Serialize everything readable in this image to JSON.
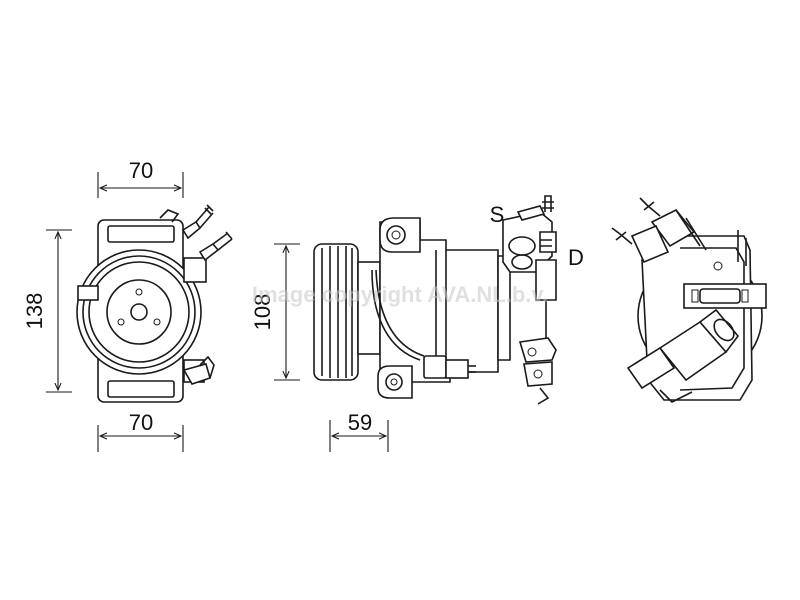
{
  "dimensions": {
    "front_width_top": "70",
    "front_width_bottom": "70",
    "front_height": "138",
    "side_height": "108",
    "side_offset": "59"
  },
  "port_labels": {
    "suction": "S",
    "discharge": "D"
  },
  "watermark": "Image copyright AVA.NL.b.v.",
  "colors": {
    "line": "#1a1a1a",
    "background": "#ffffff",
    "watermark": "#c8c8c8"
  }
}
